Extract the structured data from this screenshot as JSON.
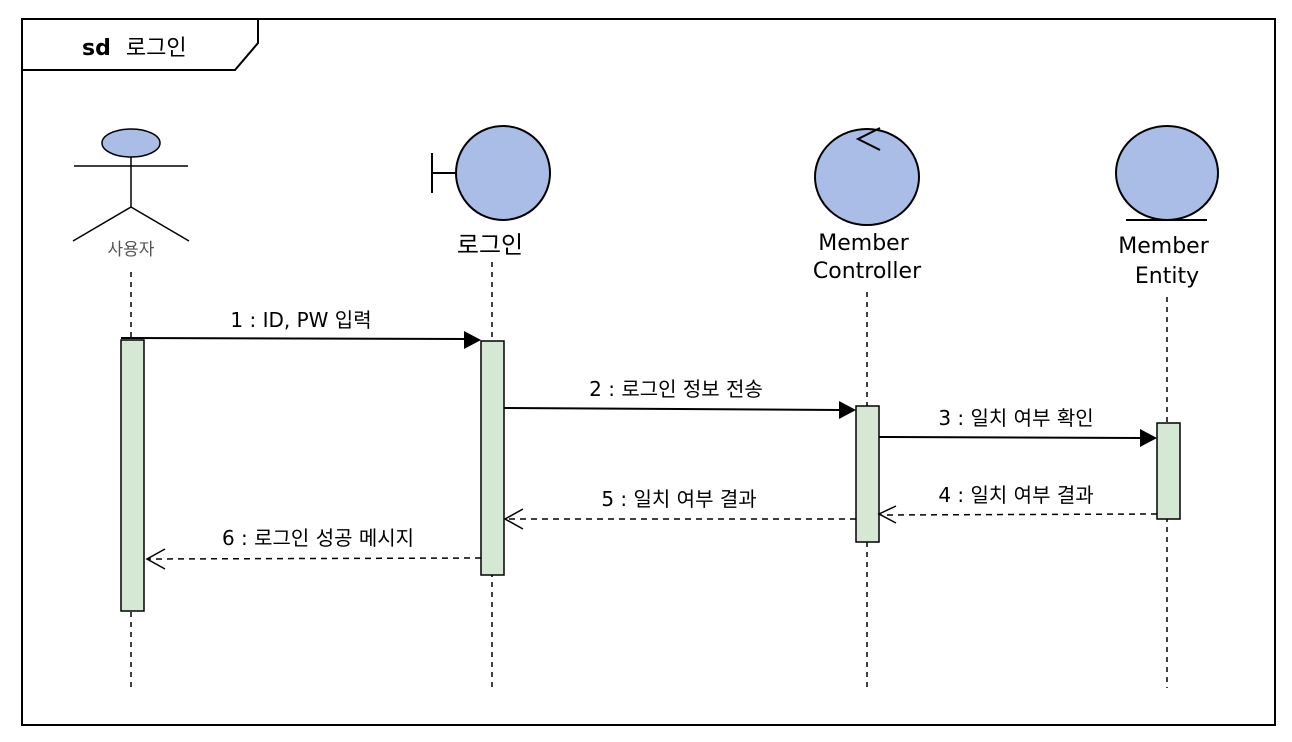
{
  "frame": {
    "keyword": "sd",
    "title": "로그인"
  },
  "participants": [
    {
      "id": "user",
      "kind": "actor",
      "label": "사용자"
    },
    {
      "id": "login",
      "kind": "boundary",
      "label": "로그인"
    },
    {
      "id": "controller",
      "kind": "control",
      "label_lines": [
        "Member",
        "Controller"
      ]
    },
    {
      "id": "entity",
      "kind": "entity",
      "label_lines": [
        "Member",
        "Entity"
      ]
    }
  ],
  "messages": [
    {
      "from": "user",
      "to": "login",
      "text": "1 : ID, PW 입력",
      "style": "sync"
    },
    {
      "from": "login",
      "to": "controller",
      "text": "2 : 로그인 정보 전송",
      "style": "sync"
    },
    {
      "from": "controller",
      "to": "entity",
      "text": "3 : 일치 여부 확인",
      "style": "sync"
    },
    {
      "from": "entity",
      "to": "controller",
      "text": "4 : 일치 여부 결과",
      "style": "reply"
    },
    {
      "from": "controller",
      "to": "login",
      "text": "5 : 일치 여부 결과",
      "style": "reply"
    },
    {
      "from": "login",
      "to": "user",
      "text": "6 : 로그인 성공 메시지",
      "style": "reply"
    }
  ],
  "colors": {
    "symbol_fill": "#a9bde6",
    "activation_fill": "#d5e8d4",
    "line": "#000000",
    "actor_label": "#555555"
  }
}
